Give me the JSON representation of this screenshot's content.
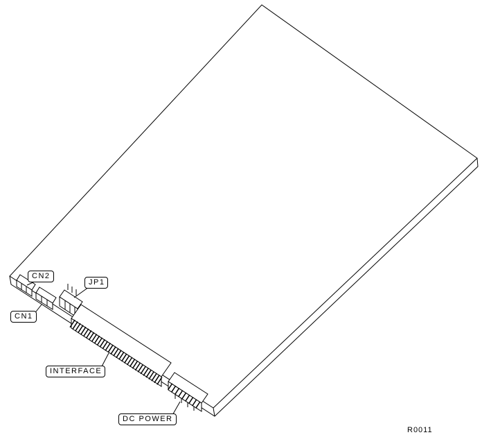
{
  "figure": {
    "labels": {
      "cn2": "CN2",
      "jp1": "JP1",
      "cn1": "CN1",
      "interface": "INTERFACE",
      "dc_power": "DC POWER"
    },
    "reference": "R0011",
    "colors": {
      "line": "#000000",
      "background": "#ffffff"
    }
  }
}
